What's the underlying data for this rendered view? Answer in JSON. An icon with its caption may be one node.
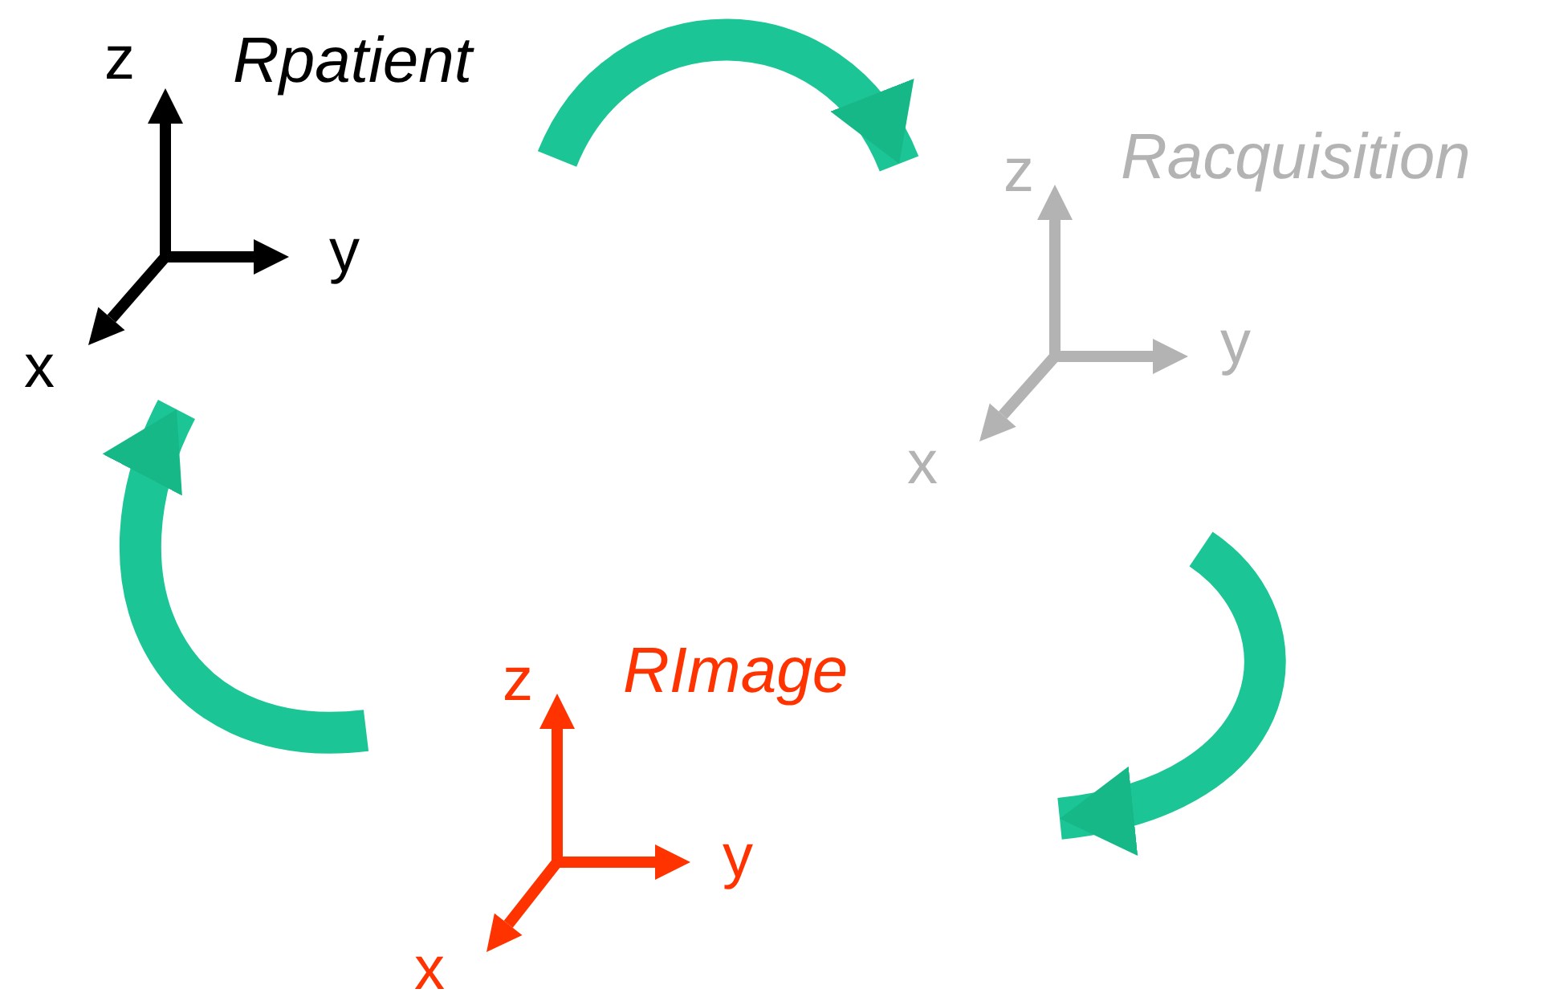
{
  "diagram": {
    "nodes": [
      {
        "text": [
          "Rpatient",
          "z",
          "y",
          "x"
        ]
      },
      {
        "text": [
          "Racquisition",
          "z",
          "y",
          "x"
        ]
      },
      {
        "text": [
          "RImage",
          "z",
          "y",
          "x"
        ]
      }
    ],
    "edges": [
      {
        "from": 0,
        "to": 1,
        "arrow": "to"
      },
      {
        "from": 1,
        "to": 2,
        "arrow": "to"
      },
      {
        "from": 2,
        "to": 0,
        "arrow": "to"
      }
    ]
  }
}
